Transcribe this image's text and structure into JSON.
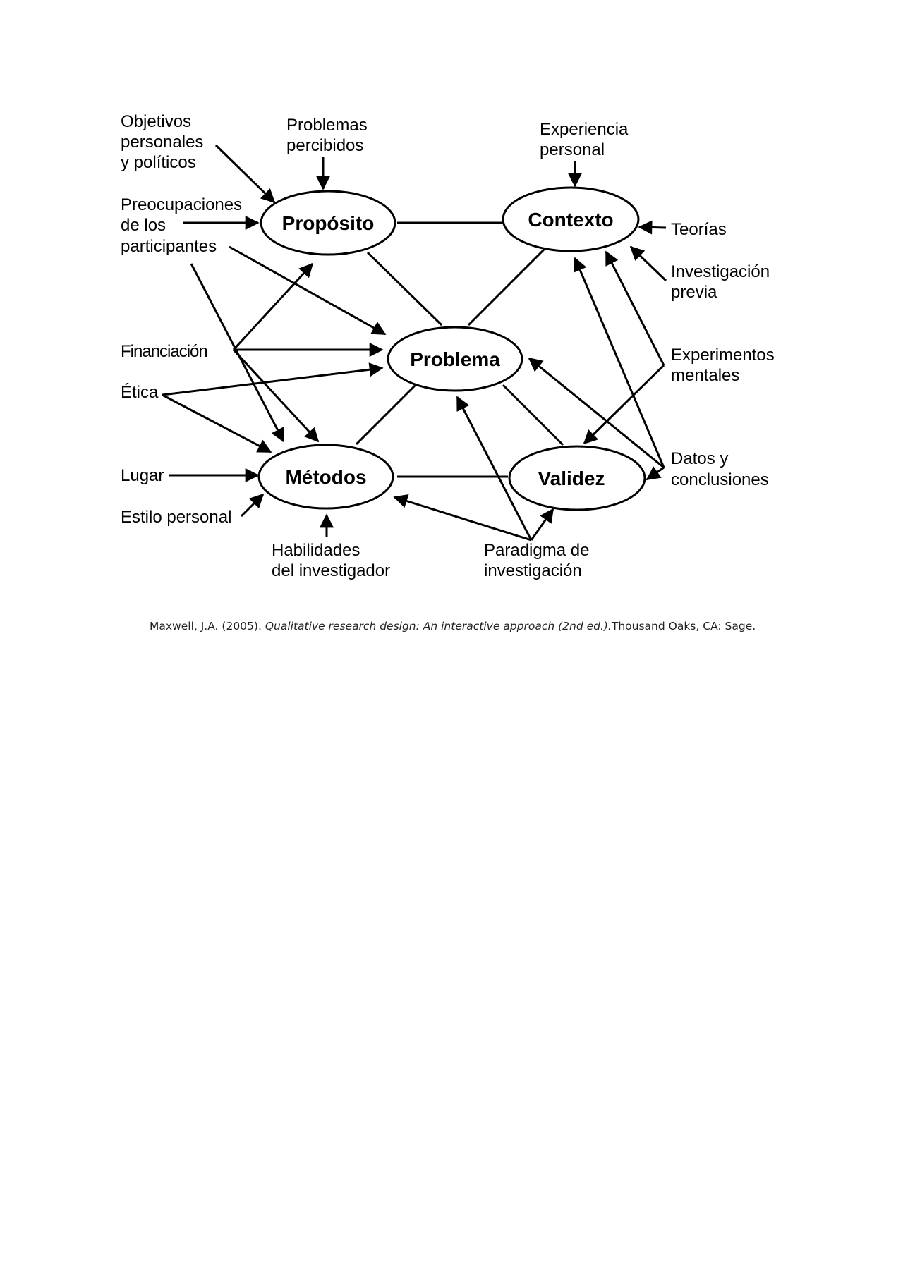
{
  "nodes": {
    "proposito": "Propósito",
    "contexto": "Contexto",
    "problema": "Problema",
    "metodos": "Métodos",
    "validez": "Validez"
  },
  "influences": {
    "objetivos": [
      "Objetivos",
      "personales",
      "y políticos"
    ],
    "problemas_percibidos": [
      "Problemas",
      "percibidos"
    ],
    "experiencia_personal": [
      "Experiencia",
      "personal"
    ],
    "preocupaciones": [
      "Preocupaciones",
      "de los",
      "participantes"
    ],
    "teorias": "Teorías",
    "investigacion_previa": [
      "Investigación",
      "previa"
    ],
    "financiacion": "Financiación",
    "etica": "Ética",
    "experimentos_mentales": [
      "Experimentos",
      "mentales"
    ],
    "lugar": "Lugar",
    "estilo_personal": "Estilo personal",
    "datos_conclusiones": [
      "Datos y",
      "conclusiones"
    ],
    "habilidades": [
      "Habilidades",
      "del investigador"
    ],
    "paradigma": [
      "Paradigma de",
      "investigación"
    ]
  },
  "citation": {
    "authors": "Maxwell, J.A. (2005). ",
    "title": "Qualitative research design: An interactive approach (2nd ed.).",
    "publisher": "Thousand Oaks, CA: Sage."
  }
}
